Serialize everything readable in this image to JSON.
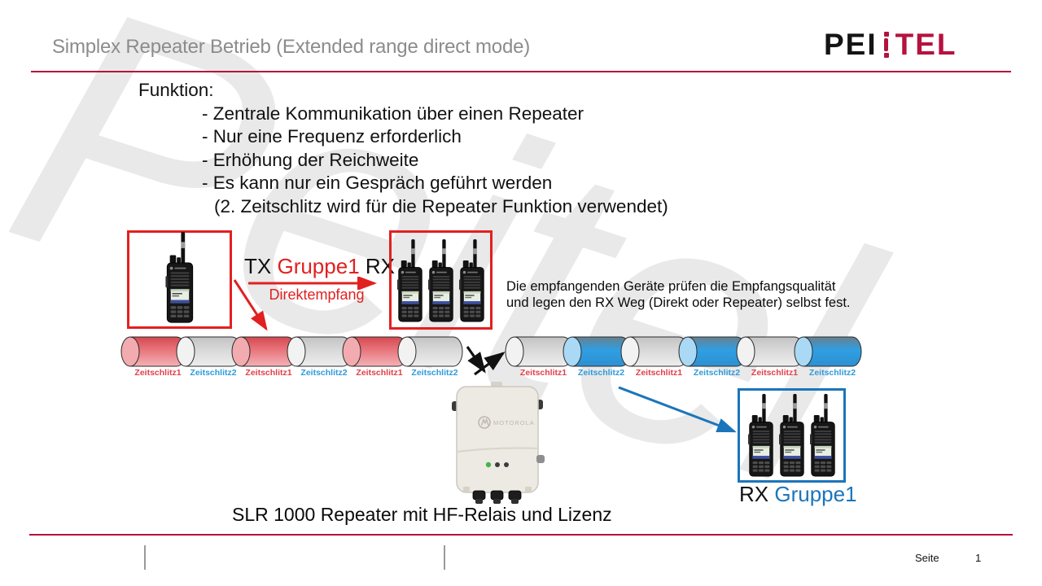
{
  "watermark": "Peitel",
  "header": {
    "title": "Simplex Repeater Betrieb (Extended range direct mode)",
    "logo_pei": "PEI",
    "logo_tel": "TEL"
  },
  "function_block": {
    "heading": "Funktion:",
    "bullets": [
      "- Zentrale Kommunikation über einen Repeater",
      "- Nur eine Frequenz erforderlich",
      "- Erhöhung der Reichweite",
      "- Es kann nur ein Gespräch geführt werden",
      "(2. Zeitschlitz wird für die Repeater Funktion verwendet)"
    ]
  },
  "diagram": {
    "tx": "TX",
    "group1": "Gruppe1",
    "rx": "RX",
    "direct_label": "Direktempfang",
    "note_line1": "Die empfangenden Geräte prüfen die Empfangsqualität",
    "note_line2": "und legen den RX Weg (Direkt oder Repeater) selbst fest.",
    "repeater_caption": "SLR 1000 Repeater mit HF-Relais und Lizenz",
    "rx_group_rx": "RX",
    "rx_group_name": "Gruppe1",
    "timeline_left": {
      "slots": [
        {
          "label": "Zeitschlitz1",
          "cylinder": "red",
          "label_color": "red"
        },
        {
          "label": "Zeitschlitz2",
          "cylinder": "gray",
          "label_color": "blue"
        },
        {
          "label": "Zeitschlitz1",
          "cylinder": "red",
          "label_color": "red"
        },
        {
          "label": "Zeitschlitz2",
          "cylinder": "gray",
          "label_color": "blue"
        },
        {
          "label": "Zeitschlitz1",
          "cylinder": "red",
          "label_color": "red"
        },
        {
          "label": "Zeitschlitz2",
          "cylinder": "gray",
          "label_color": "blue"
        }
      ]
    },
    "timeline_right": {
      "slots": [
        {
          "label": "Zeitschlitz1",
          "cylinder": "gray",
          "label_color": "red"
        },
        {
          "label": "Zeitschlitz2",
          "cylinder": "blue",
          "label_color": "blue"
        },
        {
          "label": "Zeitschlitz1",
          "cylinder": "gray",
          "label_color": "red"
        },
        {
          "label": "Zeitschlitz2",
          "cylinder": "blue",
          "label_color": "blue"
        },
        {
          "label": "Zeitschlitz1",
          "cylinder": "gray",
          "label_color": "red"
        },
        {
          "label": "Zeitschlitz2",
          "cylinder": "blue",
          "label_color": "blue"
        }
      ]
    }
  },
  "footer": {
    "page_label": "Seite",
    "page_number": "1"
  },
  "colors": {
    "brand_red": "#b5123e",
    "accent_red": "#e22020",
    "accent_blue": "#1b75bb",
    "label_red": "#e04048",
    "label_blue": "#2e9bd8",
    "title_gray": "#8c8c8c",
    "slot_styles": {
      "red": {
        "cap": "#f2abaf",
        "top": "#d4494f",
        "mid": "#e8767d",
        "bottom": "#f3b3b7"
      },
      "gray": {
        "cap": "#f2f2f2",
        "top": "#c2c2c2",
        "mid": "#d9d9d9",
        "bottom": "#ededed"
      },
      "blue": {
        "cap": "#a9d9f5",
        "top": "#67808f",
        "mid": "#2f9fe3",
        "bottom": "#2e8fd0"
      }
    }
  }
}
